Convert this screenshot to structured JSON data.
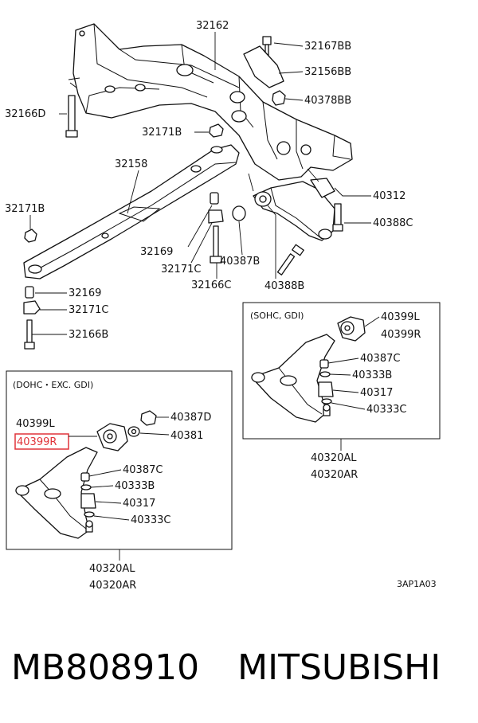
{
  "colors": {
    "ink": "#111111",
    "highlight": "#e0343a",
    "background": "#ffffff"
  },
  "labels": {
    "l32162": "32162",
    "l32167BB": "32167BB",
    "l32156BB": "32156BB",
    "l40378BB": "40378BB",
    "l32166D": "32166D",
    "l32171B_top": "32171B",
    "l32158": "32158",
    "l40312": "40312",
    "l32171B_left": "32171B",
    "l40388C": "40388C",
    "l32169_mid": "32169",
    "l32171C_mid": "32171C",
    "l40387B": "40387B",
    "l32166C": "32166C",
    "l40388B": "40388B",
    "l32169_left": "32169",
    "l32171C_left": "32171C",
    "l32166B": "32166B"
  },
  "box_sohc": {
    "title": "(SOHC, GDI)",
    "l40399L": "40399L",
    "l40399R": "40399R",
    "l40387C": "40387C",
    "l40333B": "40333B",
    "l40317": "40317",
    "l40333C": "40333C",
    "below1": "40320AL",
    "below2": "40320AR"
  },
  "box_dohc": {
    "title": "(DOHC・EXC. GDI)",
    "l40399L": "40399L",
    "l40399R": "40399R",
    "l40387D": "40387D",
    "l40381": "40381",
    "l40387C": "40387C",
    "l40333B": "40333B",
    "l40317": "40317",
    "l40333C": "40333C",
    "below1": "40320AL",
    "below2": "40320AR"
  },
  "ref_code": "3AP1A03",
  "caption": {
    "part_number": "MB808910",
    "brand": "MITSUBISHI"
  }
}
